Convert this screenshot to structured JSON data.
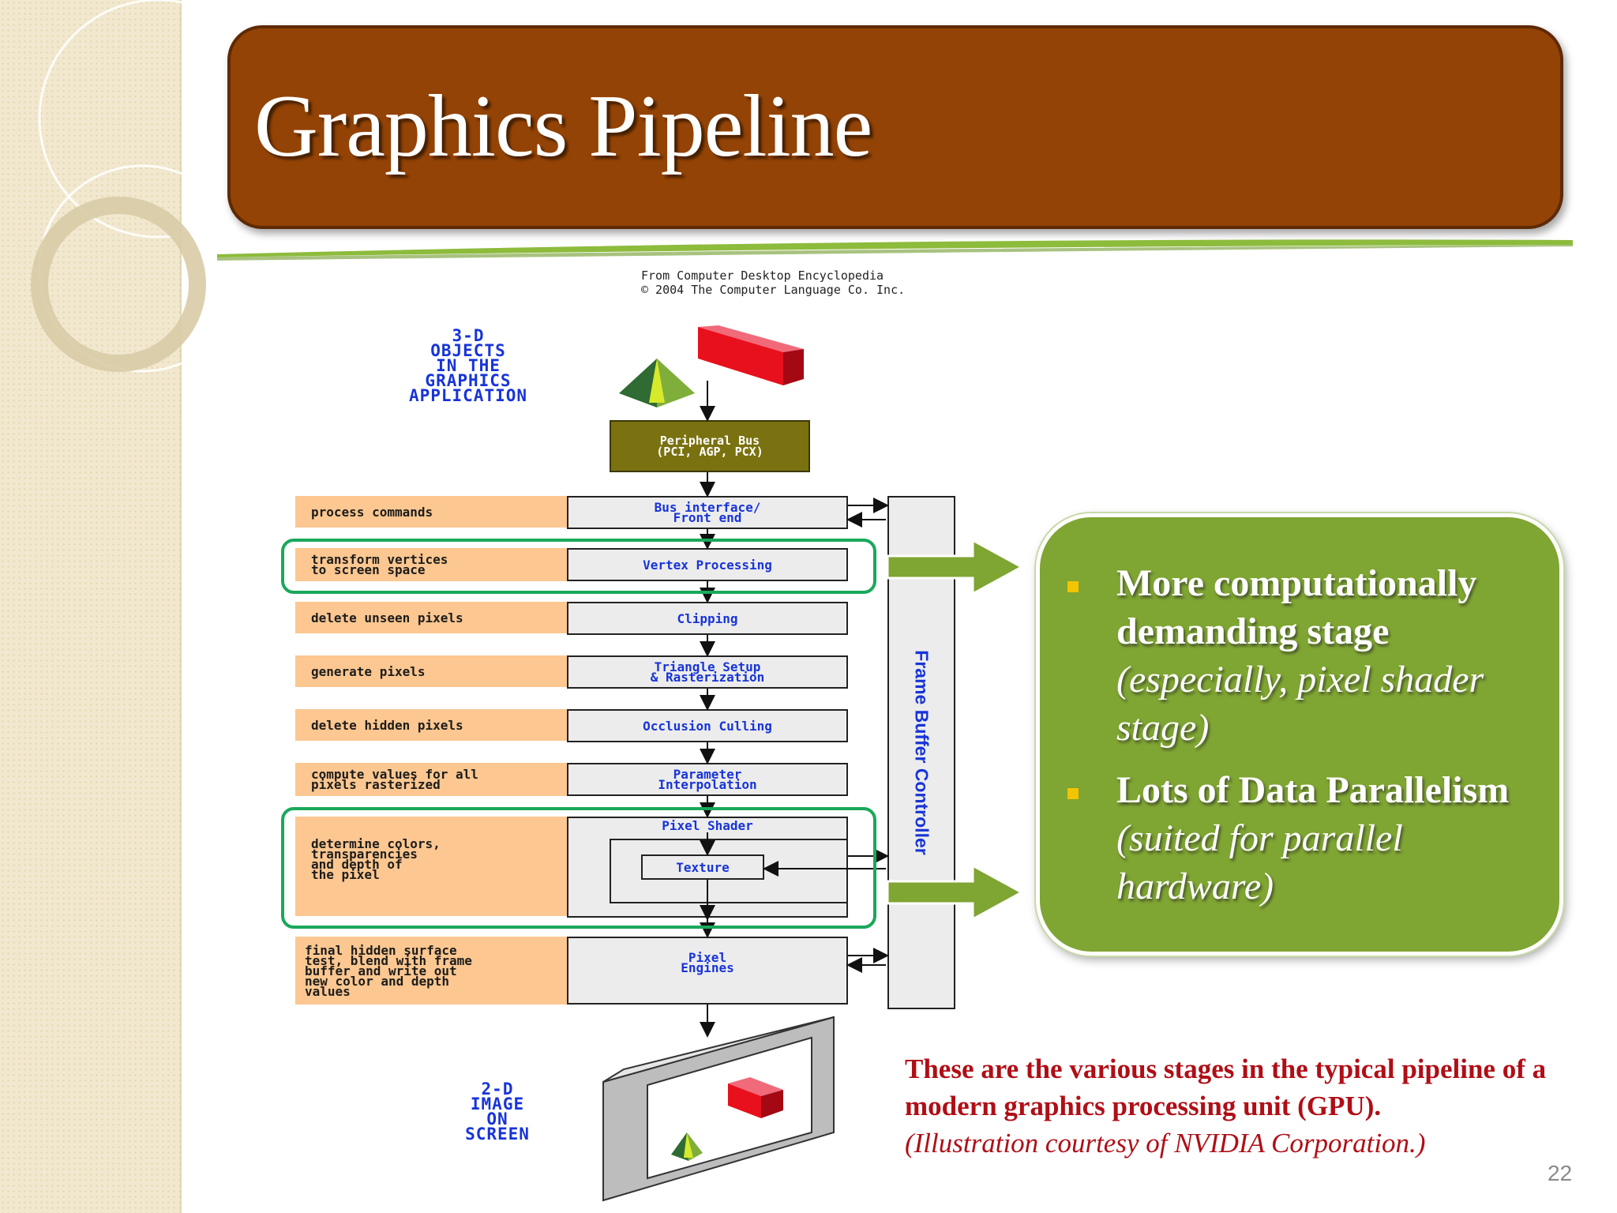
{
  "slide": {
    "title": "Graphics Pipeline",
    "page_number": "22"
  },
  "credit": {
    "line1": "From Computer Desktop Encyclopedia",
    "line2": "© 2004 The Computer Language Co. Inc."
  },
  "diagram": {
    "top_caption": "3-D\nOBJECTS\nIN THE\nGRAPHICS\nAPPLICATION",
    "bottom_caption": "2-D\nIMAGE\nON\nSCREEN",
    "bus": "Peripheral Bus\n(PCI, AGP, PCX)",
    "frame_buffer": "Frame Buffer Controller",
    "rows": [
      {
        "desc": "process commands",
        "stage": "Bus interface/\nFront end"
      },
      {
        "desc": "transform vertices\nto screen space",
        "stage": "Vertex Processing"
      },
      {
        "desc": "delete unseen pixels",
        "stage": "Clipping"
      },
      {
        "desc": "generate pixels",
        "stage": "Triangle Setup\n& Rasterization"
      },
      {
        "desc": "delete hidden pixels",
        "stage": "Occlusion Culling"
      },
      {
        "desc": "compute values for all\npixels rasterized",
        "stage": "Parameter\nInterpolation"
      },
      {
        "desc": "determine colors,\ntransparencies\nand depth of\nthe pixel",
        "stage": "Pixel Shader",
        "sub_stage": "Texture"
      },
      {
        "desc": "final hidden surface\ntest, blend with frame\nbuffer and write out\nnew color and depth\nvalues",
        "stage": "Pixel\nEngines"
      }
    ],
    "colors": {
      "desc_fill": "#fcc790",
      "stage_fill": "#ececec",
      "stage_text": "#1734d8",
      "bus_fill": "#7a7110",
      "highlight": "#1aa85b",
      "arrow": "#7fa532"
    }
  },
  "callout": {
    "bullet1_bold": "More computationally demanding stage",
    "bullet1_italic": "(especially, pixel shader stage)",
    "bullet2_bold": "Lots of Data Parallelism",
    "bullet2_italic": "(suited for parallel hardware)"
  },
  "caption": {
    "bold": "These are the various stages in the typical pipeline of a modern graphics processing unit (GPU).",
    "italic": "(Illustration courtesy of NVIDIA Corporation.)"
  },
  "theme": {
    "title_band": "#934305",
    "callout_fill": "#7fa532",
    "caption_color": "#b00e16"
  }
}
